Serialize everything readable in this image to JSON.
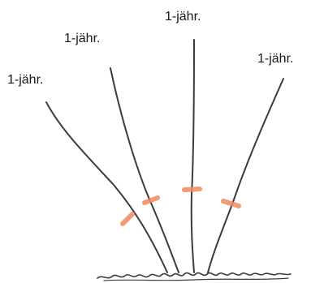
{
  "diagram": {
    "canes": [
      {
        "label": "1-jähr."
      },
      {
        "label": "1-jähr."
      },
      {
        "label": "1-jähr."
      },
      {
        "label": "1-jähr."
      }
    ],
    "colors": {
      "cane": "#3b3b3b",
      "cut_mark": "#f08a5d",
      "ground": "#3b3b3b",
      "label": "#1a1a1a"
    }
  }
}
